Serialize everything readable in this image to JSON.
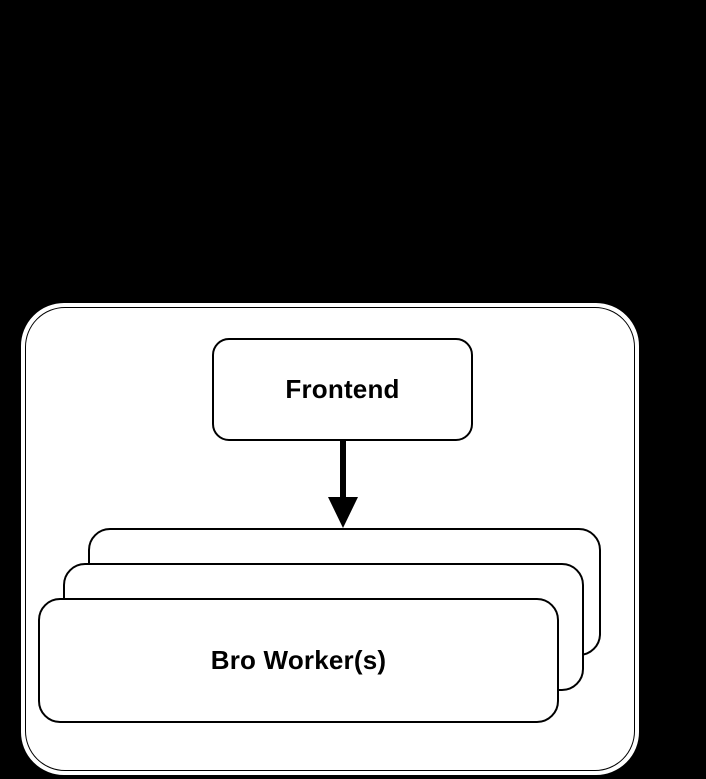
{
  "diagram": {
    "background_color": "#000000",
    "container": {
      "name": "cluster",
      "fill_color": "#ffffff",
      "border_color": "#000000"
    },
    "nodes": [
      {
        "id": "frontend",
        "label": "Frontend",
        "shape": "rounded-rectangle",
        "fill_color": "#ffffff",
        "border_color": "#000000",
        "text_color": "#000000"
      },
      {
        "id": "bro-workers",
        "label": "Bro Worker(s)",
        "shape": "stacked-rounded-rectangle",
        "stack_count": 3,
        "fill_color": "#ffffff",
        "border_color": "#000000",
        "text_color": "#000000"
      }
    ],
    "edges": [
      {
        "id": "edge-external-to-frontend",
        "from": "external",
        "to": "frontend",
        "arrowhead": false,
        "color": "#000000"
      },
      {
        "id": "edge-frontend-to-workers",
        "from": "frontend",
        "to": "bro-workers",
        "arrowhead": true,
        "color": "#000000"
      }
    ]
  }
}
